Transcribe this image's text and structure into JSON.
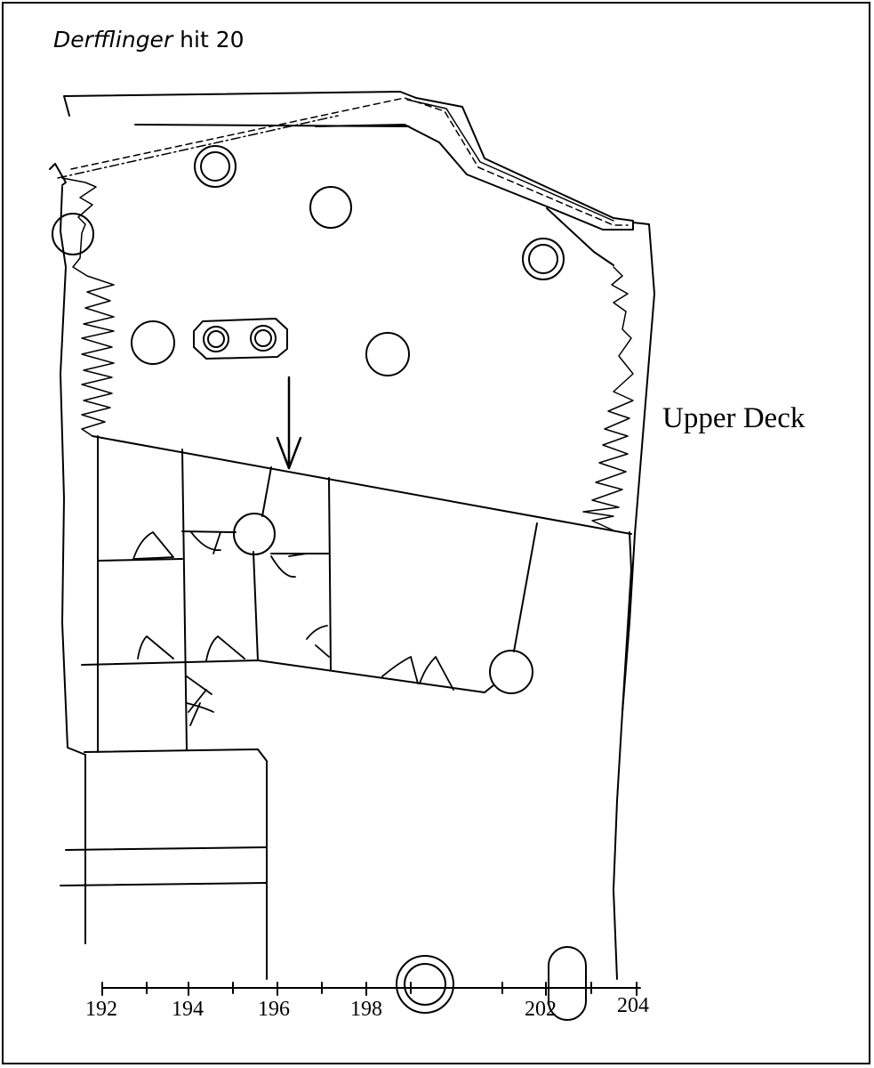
{
  "title": {
    "ship": "Derfflinger",
    "suffix": " hit 20"
  },
  "labels": {
    "deck": "Upper Deck"
  },
  "frame_scale": {
    "labels": [
      "192",
      "194",
      "196",
      "198",
      "202",
      "204"
    ]
  }
}
